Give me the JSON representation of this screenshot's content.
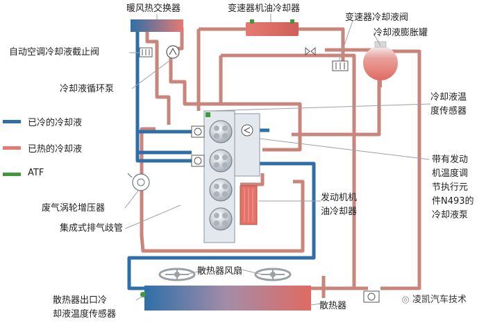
{
  "legend": {
    "cold": {
      "label": "已冷的冷却液",
      "color": "#2f6fa8"
    },
    "hot": {
      "label": "已热的冷却液",
      "color": "#e67a72"
    },
    "atf": {
      "label": "ATF",
      "color": "#3f9a3a"
    }
  },
  "colors": {
    "pipe_hot": "#c9857c",
    "pipe_cold": "#2f6fa8",
    "engine": "#e3e8ee",
    "leader": "#9aa0a6"
  },
  "labels": {
    "heater_core": "暖风热交换器",
    "trans_oil_cooler": "变速器机油冷却器",
    "trans_coolant_valve": "变速器冷却液阀",
    "expansion_tank": "冷却液膨胀罐",
    "ac_shutoff_valve": "自动空调冷却液截止阀",
    "circulation_pump": "冷却液循环泵",
    "coolant_temp_sensor": "冷却液温\n度传感器",
    "engine_temp_actuator": "带有发动\n机温度调\n节执行元\n件N493的\n冷却液泵",
    "turbocharger": "废气涡轮增压器",
    "exhaust_manifold": "集成式排气歧管",
    "engine_oil_cooler": "发动机机\n油冷却器",
    "radiator_fan": "散热器风扇",
    "radiator_outlet_sensor": "散热器出口冷\n却液温度传感器",
    "radiator": "散热器"
  },
  "watermark": "凌凯汽车技术"
}
